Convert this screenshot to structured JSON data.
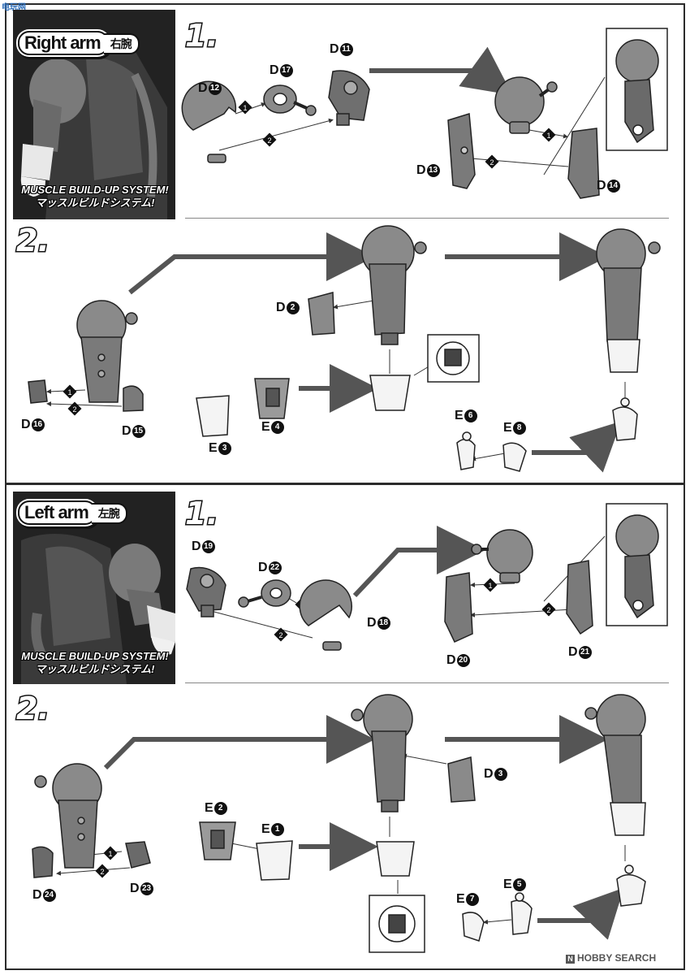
{
  "watermark_top": "电玩网",
  "watermark_bottom": "HOBBY SEARCH",
  "watermark_bottom_badge": "N",
  "sections": [
    {
      "title_en": "Right arm",
      "title_jp": "右腕",
      "caption_en": "MUSCLE BUILD-UP SYSTEM!",
      "caption_jp": "マッスルビルドシステム!",
      "step1": "1.",
      "step2": "2."
    },
    {
      "title_en": "Left arm",
      "title_jp": "左腕",
      "caption_en": "MUSCLE BUILD-UP SYSTEM!",
      "caption_jp": "マッスルビルドシステム!",
      "step1": "1.",
      "step2": "2."
    }
  ],
  "parts": {
    "D12": {
      "letter": "D",
      "num": "12"
    },
    "D17": {
      "letter": "D",
      "num": "17"
    },
    "D11": {
      "letter": "D",
      "num": "11"
    },
    "D13": {
      "letter": "D",
      "num": "13"
    },
    "D14": {
      "letter": "D",
      "num": "14"
    },
    "D2": {
      "letter": "D",
      "num": "2"
    },
    "D16": {
      "letter": "D",
      "num": "16"
    },
    "D15": {
      "letter": "D",
      "num": "15"
    },
    "E3": {
      "letter": "E",
      "num": "3"
    },
    "E4": {
      "letter": "E",
      "num": "4"
    },
    "E6": {
      "letter": "E",
      "num": "6"
    },
    "E8": {
      "letter": "E",
      "num": "8"
    },
    "D19": {
      "letter": "D",
      "num": "19"
    },
    "D22": {
      "letter": "D",
      "num": "22"
    },
    "D18": {
      "letter": "D",
      "num": "18"
    },
    "D20": {
      "letter": "D",
      "num": "20"
    },
    "D21": {
      "letter": "D",
      "num": "21"
    },
    "D3": {
      "letter": "D",
      "num": "3"
    },
    "E2": {
      "letter": "E",
      "num": "2"
    },
    "E1": {
      "letter": "E",
      "num": "1"
    },
    "D24": {
      "letter": "D",
      "num": "24"
    },
    "D23": {
      "letter": "D",
      "num": "23"
    },
    "E7": {
      "letter": "E",
      "num": "7"
    },
    "E5": {
      "letter": "E",
      "num": "5"
    }
  },
  "order_marks": {
    "first": "1",
    "second": "2"
  }
}
